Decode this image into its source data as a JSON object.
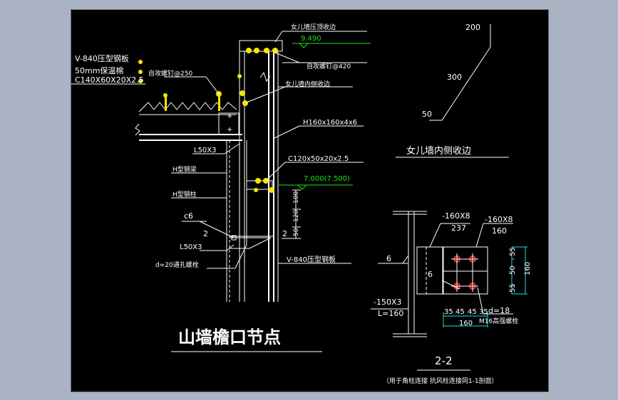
{
  "main_title": "山墙檐口节点",
  "section_title": "2-2",
  "section_note": "（用于角柱连接 抗风柱连接同1-1剖面）",
  "left_detail": {
    "roof_panel": "V-840压型钢板",
    "insulation": "50mm保温棉",
    "purlin": "C140X60X20X2.5",
    "bolt_250": "自攻螺钉@250",
    "parapet_top": "女儿墙压顶收边",
    "top_elevation": "9.490",
    "bolt_420": "自攻螺钉@420",
    "parapet_inner": "女儿墙内侧收边",
    "column": "H160x160x4x6",
    "angle_top": "L50X3",
    "h_beam_1": "H型钢梁",
    "c_section": "C120x50x20x2.5",
    "elevation_2": "7.000(7.500)",
    "h_beam_2": "H型钢柱",
    "weld_c": "c6",
    "weld_2": "2",
    "angle_bottom": "L50X3",
    "bolt_plate": "d=20通孔螺栓",
    "wall_panel": "V-840压型钢板",
    "dim_100": "100",
    "dim_120": "120",
    "dim_50": "50",
    "dim_2": "2"
  },
  "right_top": {
    "dim_200": "200",
    "dim_300": "300",
    "dim_50": "50",
    "label": "女儿墙内侧收边"
  },
  "section_detail": {
    "plate_1": "-160X8",
    "plate_1_len": "237",
    "plate_2": "-160X8",
    "plate_2_len": "160",
    "weld_6a": "6",
    "weld_6b": "6",
    "angle": "-150X3",
    "angle_len": "L=160",
    "dim_55a": "55",
    "dim_50": "50",
    "dim_55b": "55",
    "dim_160v": "160",
    "dim_h_35a": "35",
    "dim_h_45a": "45",
    "dim_h_45b": "45",
    "dim_h_35b": "35",
    "dim_160h": "160",
    "hole": "d=18",
    "bolt": "M16高强螺栓"
  }
}
